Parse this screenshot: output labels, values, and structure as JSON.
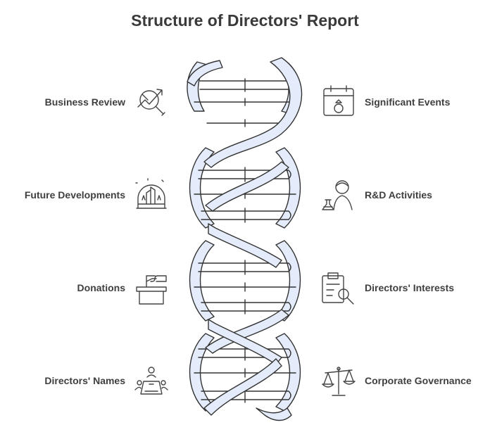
{
  "title": "Structure of Directors' Report",
  "items": {
    "left": [
      {
        "label": "Business Review",
        "icon": "growth-magnifier-icon"
      },
      {
        "label": "Future Developments",
        "icon": "city-dome-icon"
      },
      {
        "label": "Donations",
        "icon": "donation-box-icon"
      },
      {
        "label": "Directors' Names",
        "icon": "meeting-table-icon"
      }
    ],
    "right": [
      {
        "label": "Significant Events",
        "icon": "calendar-ring-icon"
      },
      {
        "label": "R&D Activities",
        "icon": "scientist-flask-icon"
      },
      {
        "label": "Directors' Interests",
        "icon": "clipboard-search-icon"
      },
      {
        "label": "Corporate Governance",
        "icon": "scales-icon"
      }
    ]
  },
  "colors": {
    "strand_fill": "#e4ebfa",
    "outline": "#333333",
    "text": "#3f3f3f"
  }
}
